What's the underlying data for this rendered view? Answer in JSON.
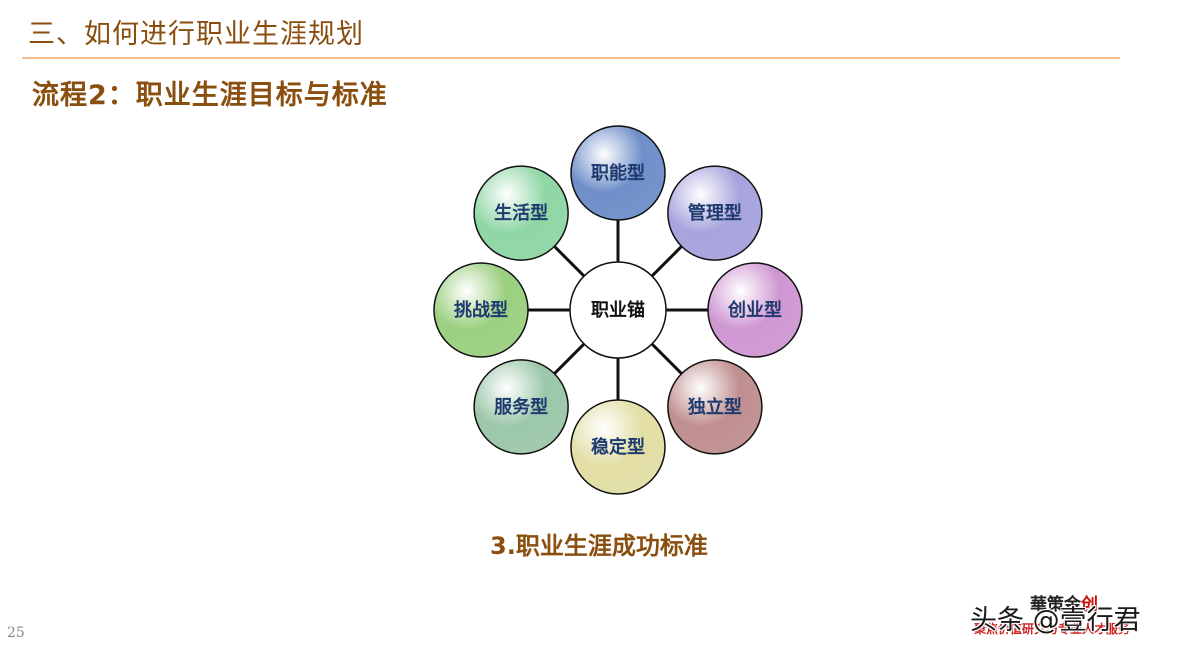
{
  "header": {
    "section_title": "三、如何进行职业生涯规划",
    "subtitle": "流程2：职业生涯目标与标准"
  },
  "diagram": {
    "hub": "职业锚",
    "nodes": [
      {
        "label": "职能型",
        "color": "#6f8fc9"
      },
      {
        "label": "管理型",
        "color": "#a7a3dd"
      },
      {
        "label": "创业型",
        "color": "#cf97d2"
      },
      {
        "label": "独立型",
        "color": "#c08f8f"
      },
      {
        "label": "稳定型",
        "color": "#e2dea5"
      },
      {
        "label": "服务型",
        "color": "#9cc7aa"
      },
      {
        "label": "挑战型",
        "color": "#9bd080"
      },
      {
        "label": "生活型",
        "color": "#8fd6a5"
      }
    ]
  },
  "caption": "3.职业生涯成功标准",
  "page_number": "25",
  "logo": {
    "top_text_main": "華策金",
    "top_text_accent": "创",
    "bottom_text": "聚焦价值研究与专业人才服务"
  },
  "watermark": "头条 @壹行君"
}
